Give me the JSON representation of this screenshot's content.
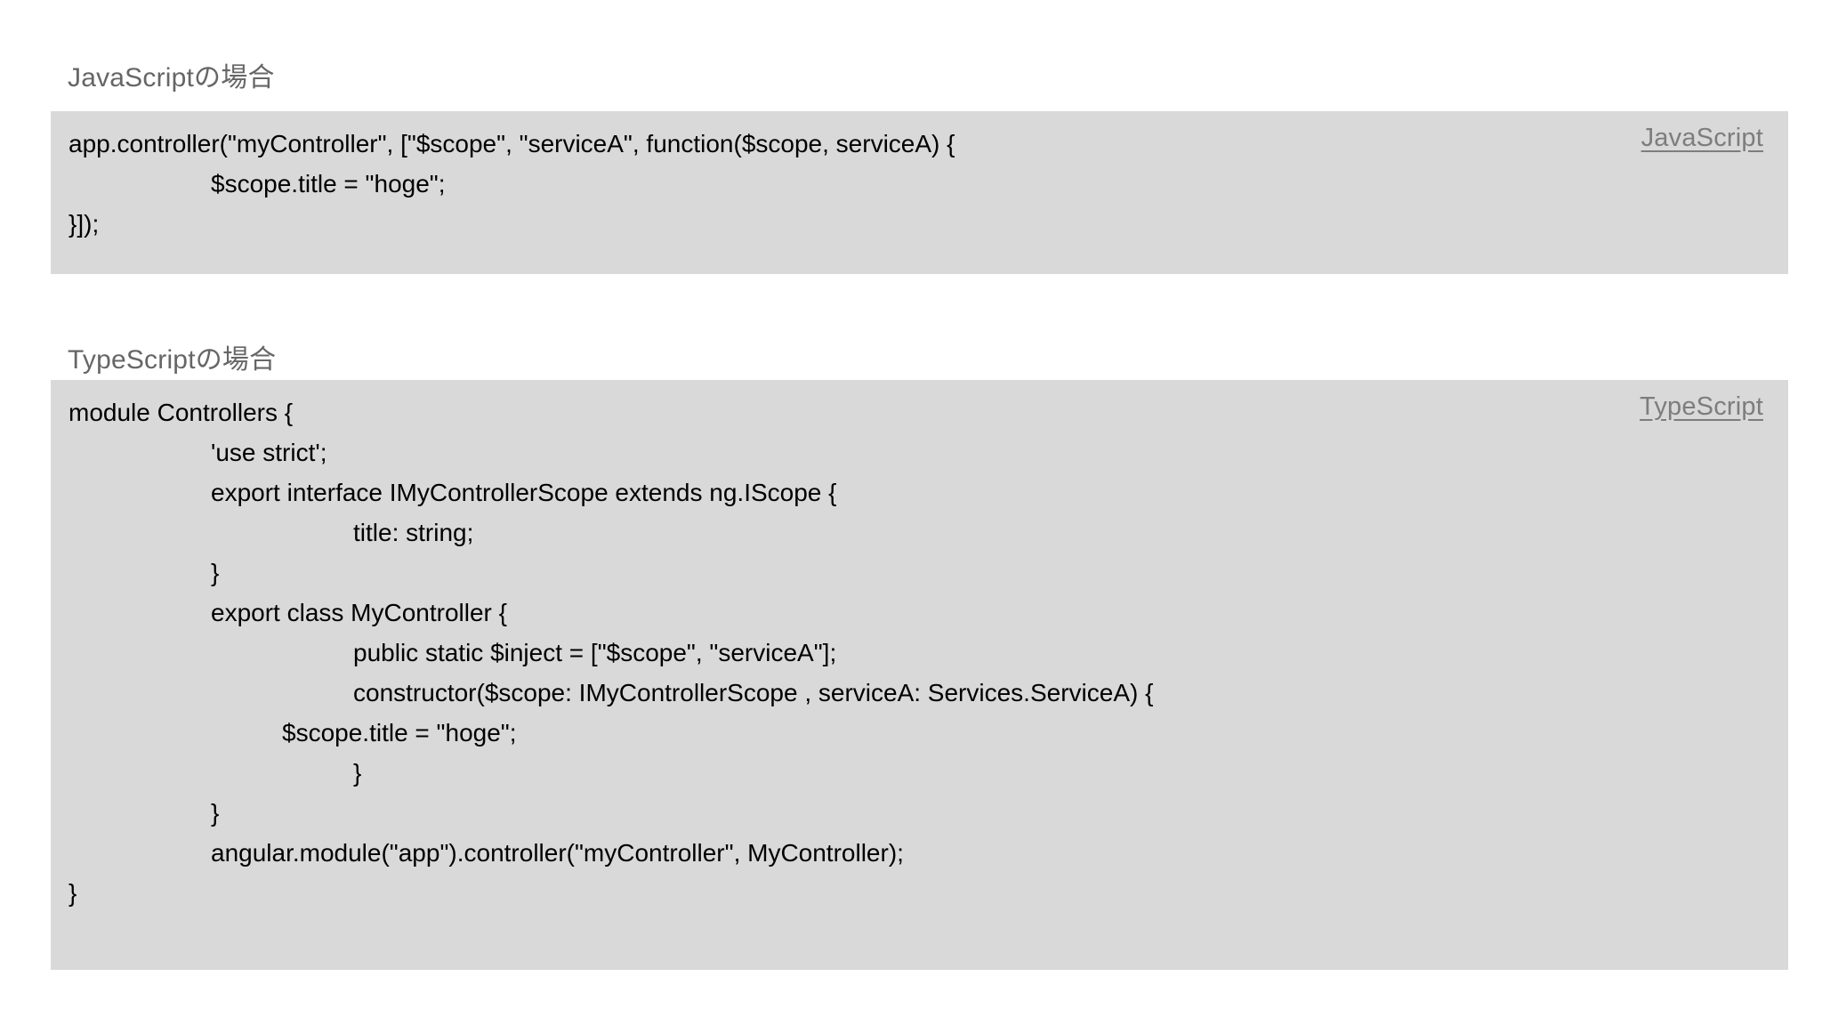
{
  "page": {
    "background_color": "#ffffff",
    "code_block_background": "#d9d9d9",
    "heading_color": "#666666",
    "label_color": "#7d7d7d",
    "code_text_color": "#000000"
  },
  "sections": [
    {
      "heading": "JavaScriptの場合",
      "language_label": "JavaScript",
      "code_lines": [
        "app.controller(\"myController\", [\"$scope\", \"serviceA\", function($scope, serviceA) {",
        "\t\t$scope.title = \"hoge\";",
        "}]);"
      ]
    },
    {
      "heading": "TypeScriptの場合",
      "language_label": "TypeScript",
      "code_lines": [
        "module Controllers {",
        "\t\t'use strict';",
        "\t\texport interface IMyControllerScope extends ng.IScope {",
        "\t\t\t\ttitle: string;",
        "\t\t}",
        "\t\texport class MyController {",
        "\t\t\t\tpublic static $inject = [\"$scope\", \"serviceA\"];",
        "\t\t\t\tconstructor($scope: IMyControllerScope , serviceA: Services.ServiceA) {",
        "\t\t\t$scope.title = \"hoge\";",
        "\t\t\t\t}",
        "\t\t}",
        "\t\tangular.module(\"app\").controller(\"myController\", MyController);",
        "}"
      ]
    }
  ]
}
